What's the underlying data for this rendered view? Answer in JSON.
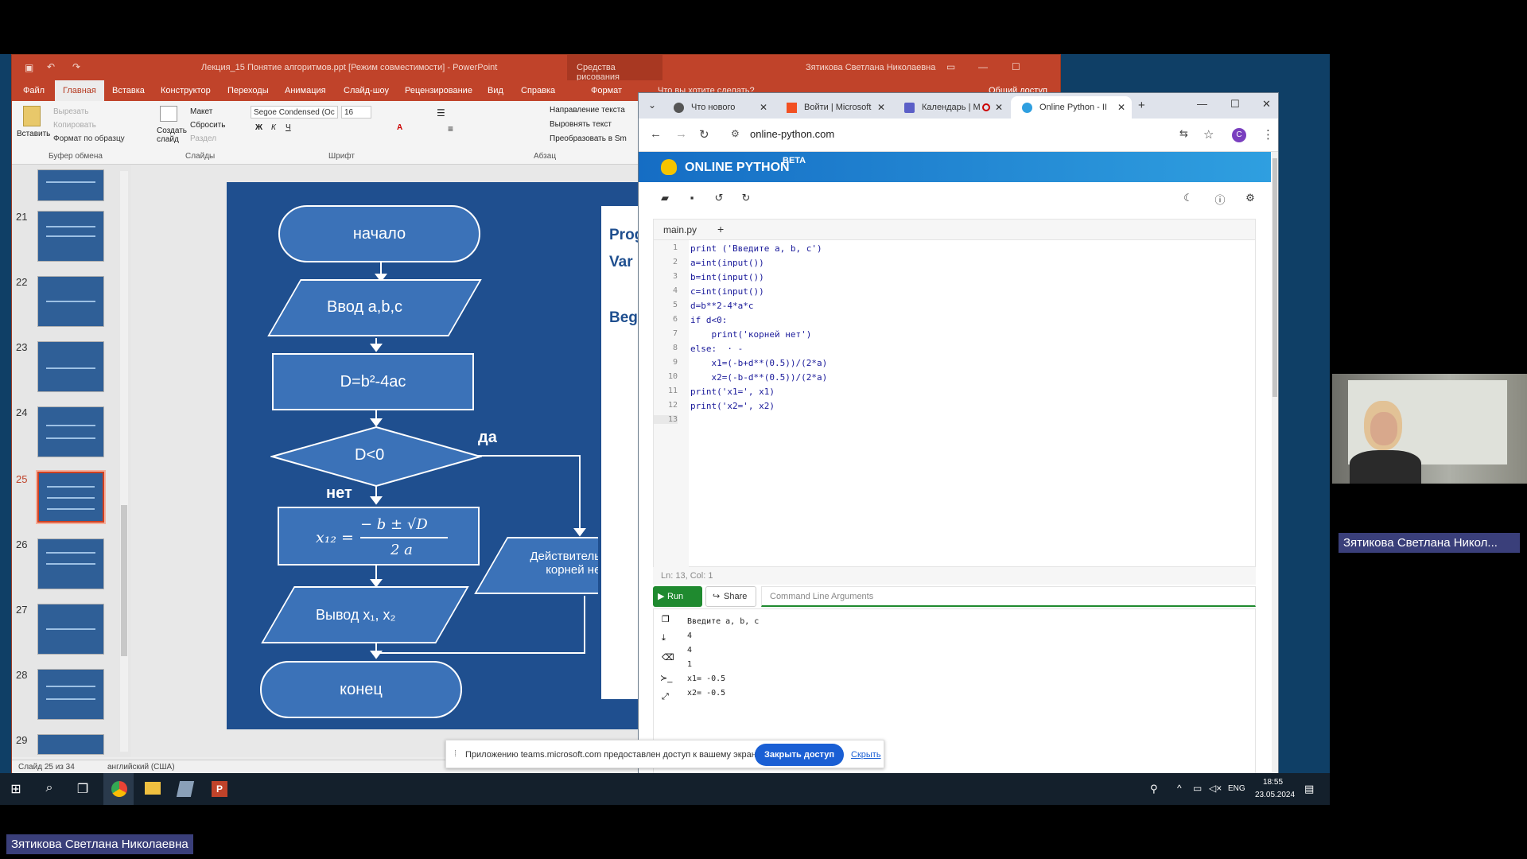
{
  "powerpoint": {
    "title": "Лекция_15 Понятие алгоритмов.ppt [Режим совместимости] - PowerPoint",
    "context_tab": "Средства рисования",
    "user": "Зятикова Светлана Николаевна",
    "tabs": [
      "Файл",
      "Главная",
      "Вставка",
      "Конструктор",
      "Переходы",
      "Анимация",
      "Слайд-шоу",
      "Рецензирование",
      "Вид",
      "Справка",
      "Формат"
    ],
    "tell_me": "Что вы хотите сделать?",
    "share": "Общий доступ",
    "ribbon": {
      "paste": "Вставить",
      "cut": "Вырезать",
      "copy": "Копировать",
      "format_painter": "Формат по образцу",
      "clipboard_group": "Буфер обмена",
      "layout": "Макет",
      "reset": "Сбросить",
      "new_slide": "Создать слайд",
      "section": "Раздел",
      "slides_group": "Слайды",
      "font_name": "Segoe Condensed (Ос",
      "font_size": "16",
      "font_group": "Шрифт",
      "text_direction": "Направление текста",
      "align_text": "Выровнять текст",
      "convert": "Преобразовать в Sm",
      "paragraph_group": "Абзац"
    },
    "slide_numbers": [
      "21",
      "22",
      "23",
      "24",
      "25",
      "26",
      "27",
      "28",
      "29"
    ],
    "status_slide": "Слайд 25 из 34",
    "status_lang": "английский (США)"
  },
  "flowchart": {
    "start": "начало",
    "input": "Ввод  a,b,c",
    "discriminant": "D=b²-4ac",
    "condition": "D<0",
    "yes": "да",
    "no": "нет",
    "formula_lhs": "x₁₂ =",
    "formula_num": "− b ± √D",
    "formula_den": "2 a",
    "output": "Вывод x₁, x₂",
    "no_roots": "Действительных корней нет",
    "end": "конец",
    "right_slide": [
      "Prog",
      "Var",
      "Beg"
    ]
  },
  "browser": {
    "tabs": [
      {
        "label": "Что нового",
        "color": "#555555"
      },
      {
        "label": "Войти | Microsoft",
        "color": "#f25022"
      },
      {
        "label": "Календарь | М",
        "color": "#5b5fc7"
      },
      {
        "label": "Online Python - II",
        "color": "#2f9fe0"
      }
    ],
    "url": "online-python.com",
    "brand": "ONLINE PYTHON",
    "brand_badge": "BETA",
    "file_tab": "main.py",
    "code": [
      "print ('Введите a, b, c')",
      "a=int(input())",
      "b=int(input())",
      "c=int(input())",
      "d=b**2-4*a*c",
      "if d<0:",
      "    print('корней нет')",
      "else:  · -",
      "    x1=(-b+d**(0.5))/(2*a)",
      "    x2=(-b-d**(0.5))/(2*a)",
      "print('x1=', x1)",
      "print('x2=', x2)",
      ""
    ],
    "cursor_pos": "Ln: 13,  Col: 1",
    "run_label": "Run",
    "share_label": "Share",
    "args_placeholder": "Command Line Arguments",
    "console": [
      "Введите a, b, c",
      "4",
      "4",
      "1",
      "x1= -0.5",
      "x2= -0.5"
    ]
  },
  "teams": {
    "message": "Приложению teams.microsoft.com предоставлен доступ к вашему экрану.",
    "stop": "Закрыть доступ",
    "hide": "Скрыть"
  },
  "taskbar": {
    "lang": "ENG",
    "time": "18:55",
    "date": "23.05.2024"
  },
  "participant_label_right": "Зятикова Светлана Никол...",
  "participant_label_bottom": "Зятикова Светлана Николаевна"
}
